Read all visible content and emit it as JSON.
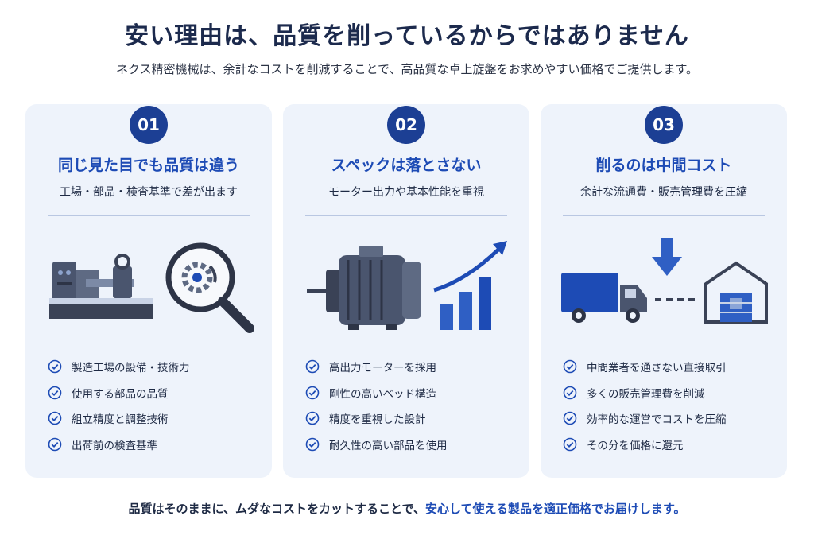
{
  "title": "安い理由は、品質を削っているからではありません",
  "subtitle": "ネクス精密機械は、余計なコストを削減することで、高品質な卓上旋盤をお求めやすい価格でご提供します。",
  "colors": {
    "accent": "#1d4bb5",
    "badge": "#1c3f94",
    "card_bg": "#eef3fb"
  },
  "cards": [
    {
      "number": "01",
      "title": "同じ見た目でも品質は違う",
      "subtitle": "工場・部品・検査基準で差が出ます",
      "illustration": "lathe-and-magnifier-icon",
      "items": [
        "製造工場の設備・技術力",
        "使用する部品の品質",
        "組立精度と調整技術",
        "出荷前の検査基準"
      ]
    },
    {
      "number": "02",
      "title": "スペックは落とさない",
      "subtitle": "モーター出力や基本性能を重視",
      "illustration": "motor-and-growth-chart-icon",
      "items": [
        "高出力モーターを採用",
        "剛性の高いベッド構造",
        "精度を重視した設計",
        "耐久性の高い部品を使用"
      ]
    },
    {
      "number": "03",
      "title": "削るのは中間コスト",
      "subtitle": "余計な流通費・販売管理費を圧縮",
      "illustration": "truck-to-warehouse-icon",
      "items": [
        "中間業者を通さない直接取引",
        "多くの販売管理費を削減",
        "効率的な運営でコストを圧縮",
        "その分を価格に還元"
      ]
    }
  ],
  "footer": {
    "text_plain": "品質はそのままに、ムダなコストをカットすることで、",
    "text_highlight": "安心して使える製品を適正価格でお届けします。"
  }
}
